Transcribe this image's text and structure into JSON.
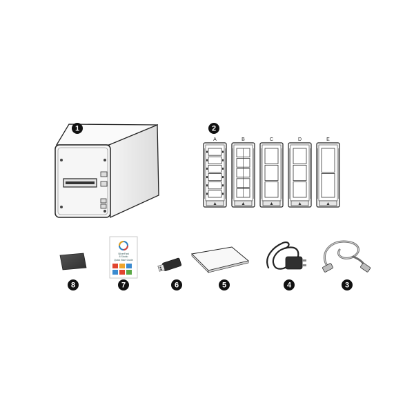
{
  "items": [
    {
      "number": "1",
      "icon": "scanner-icon"
    },
    {
      "number": "2",
      "icon": "film-holder-icon",
      "holder_labels": [
        "A",
        "B",
        "C",
        "D",
        "E"
      ]
    },
    {
      "number": "3",
      "icon": "usb-cable-icon"
    },
    {
      "number": "4",
      "icon": "power-adapter-icon"
    },
    {
      "number": "5",
      "icon": "quick-guide-icon"
    },
    {
      "number": "6",
      "icon": "usb-drive-icon"
    },
    {
      "number": "7",
      "icon": "software-card-icon",
      "card_text": [
        "SilverFast",
        "8 Studio",
        "Quick Start Guide"
      ]
    },
    {
      "number": "8",
      "icon": "cleaning-cloth-icon"
    }
  ]
}
